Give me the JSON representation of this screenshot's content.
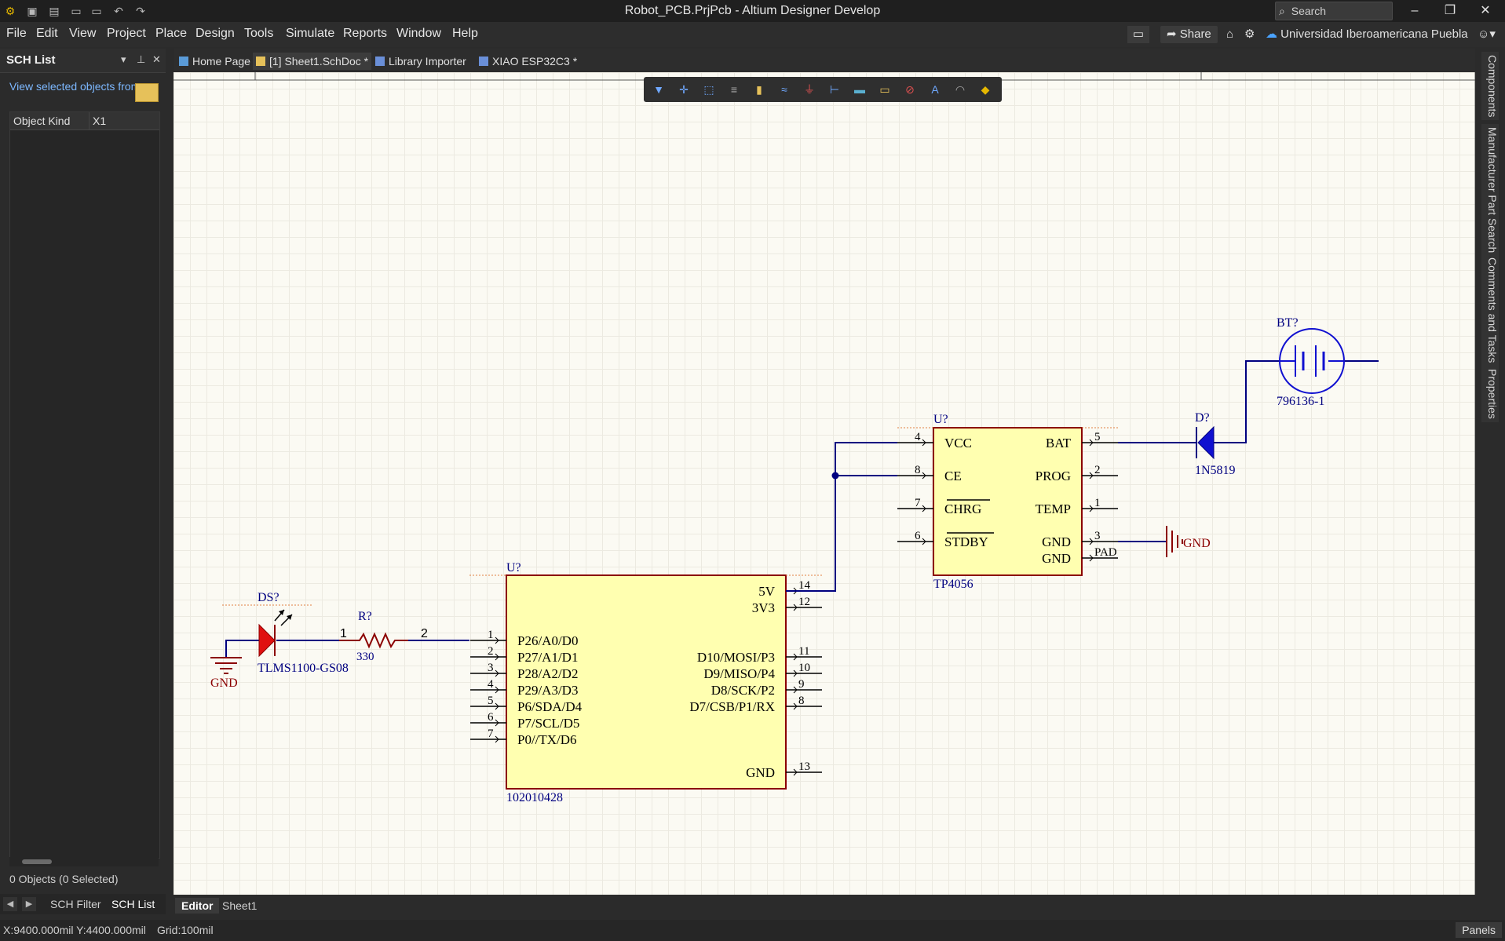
{
  "window": {
    "title": "Robot_PCB.PrjPcb - Altium Designer Develop",
    "search_placeholder": "Search",
    "quick_access_icons": [
      "app-logo-icon",
      "save-icon",
      "save-all-icon",
      "open-icon",
      "open-project-icon",
      "undo-icon",
      "redo-icon"
    ]
  },
  "menu": {
    "items": [
      "File",
      "Edit",
      "View",
      "Project",
      "Place",
      "Design",
      "Tools",
      "Simulate",
      "Reports",
      "Window",
      "Help"
    ],
    "share_label": "Share",
    "organization": "Universidad Iberoamericana Puebla"
  },
  "panel": {
    "title": "SCH List",
    "view_link": "View selected objects from",
    "col_kind": "Object Kind",
    "col_x1": "X1",
    "object_count": "0 Objects (0 Selected)",
    "tab_filter": "SCH Filter",
    "tab_list": "SCH List"
  },
  "tabs": [
    {
      "label": "Home Page",
      "icon": "home-icon",
      "active": false
    },
    {
      "label": "[1] Sheet1.SchDoc *",
      "icon": "schematic-doc-icon",
      "active": true
    },
    {
      "label": "Library Importer",
      "icon": "library-icon",
      "active": false
    },
    {
      "label": "XIAO ESP32C3 *",
      "icon": "library-doc-icon",
      "active": false
    }
  ],
  "editor_tabs": {
    "editor": "Editor",
    "sheet": "Sheet1"
  },
  "right_rail": [
    "Components",
    "Manufacturer Part Search",
    "Comments and Tasks",
    "Properties"
  ],
  "status": {
    "coords": "X:9400.000mil Y:4400.000mil",
    "grid": "Grid:100mil",
    "panels_label": "Panels"
  },
  "schematic": {
    "xiao": {
      "designator": "U?",
      "part": "102010428",
      "left_pins": [
        {
          "num": "1",
          "name": "P26/A0/D0"
        },
        {
          "num": "2",
          "name": "P27/A1/D1"
        },
        {
          "num": "3",
          "name": "P28/A2/D2"
        },
        {
          "num": "4",
          "name": "P29/A3/D3"
        },
        {
          "num": "5",
          "name": "P6/SDA/D4"
        },
        {
          "num": "6",
          "name": "P7/SCL/D5"
        },
        {
          "num": "7",
          "name": "P0//TX/D6"
        }
      ],
      "right_pins": [
        {
          "num": "14",
          "name": "5V"
        },
        {
          "num": "12",
          "name": "3V3"
        },
        {
          "num": "11",
          "name": "D10/MOSI/P3"
        },
        {
          "num": "10",
          "name": "D9/MISO/P4"
        },
        {
          "num": "9",
          "name": "D8/SCK/P2"
        },
        {
          "num": "8",
          "name": "D7/CSB/P1/RX"
        },
        {
          "num": "13",
          "name": "GND"
        }
      ]
    },
    "tp4056": {
      "designator": "U?",
      "part": "TP4056",
      "left_pins": [
        {
          "num": "4",
          "name": "VCC"
        },
        {
          "num": "8",
          "name": "CE"
        },
        {
          "num": "7",
          "name": "CHRG"
        },
        {
          "num": "6",
          "name": "STDBY"
        }
      ],
      "right_pins": [
        {
          "num": "5",
          "name": "BAT"
        },
        {
          "num": "2",
          "name": "PROG"
        },
        {
          "num": "1",
          "name": "TEMP"
        },
        {
          "num": "3",
          "name": "GND"
        },
        {
          "num": "PAD",
          "name": "GND"
        }
      ]
    },
    "led": {
      "designator": "DS?",
      "part": "TLMS1100-GS08"
    },
    "resistor": {
      "designator": "R?",
      "value": "330",
      "pin1": "1",
      "pin2": "2"
    },
    "diode": {
      "designator": "D?",
      "part": "1N5819"
    },
    "battery": {
      "designator": "BT?",
      "part": "796136-1"
    },
    "gnd_label": "GND"
  },
  "colors": {
    "wire": "#000080",
    "body_fill": "#ffffb0",
    "body_stroke": "#8b0000",
    "designator": "#000080",
    "power": "#8b0000",
    "led_red": "#e01010",
    "diode_blue": "#1010d0"
  }
}
